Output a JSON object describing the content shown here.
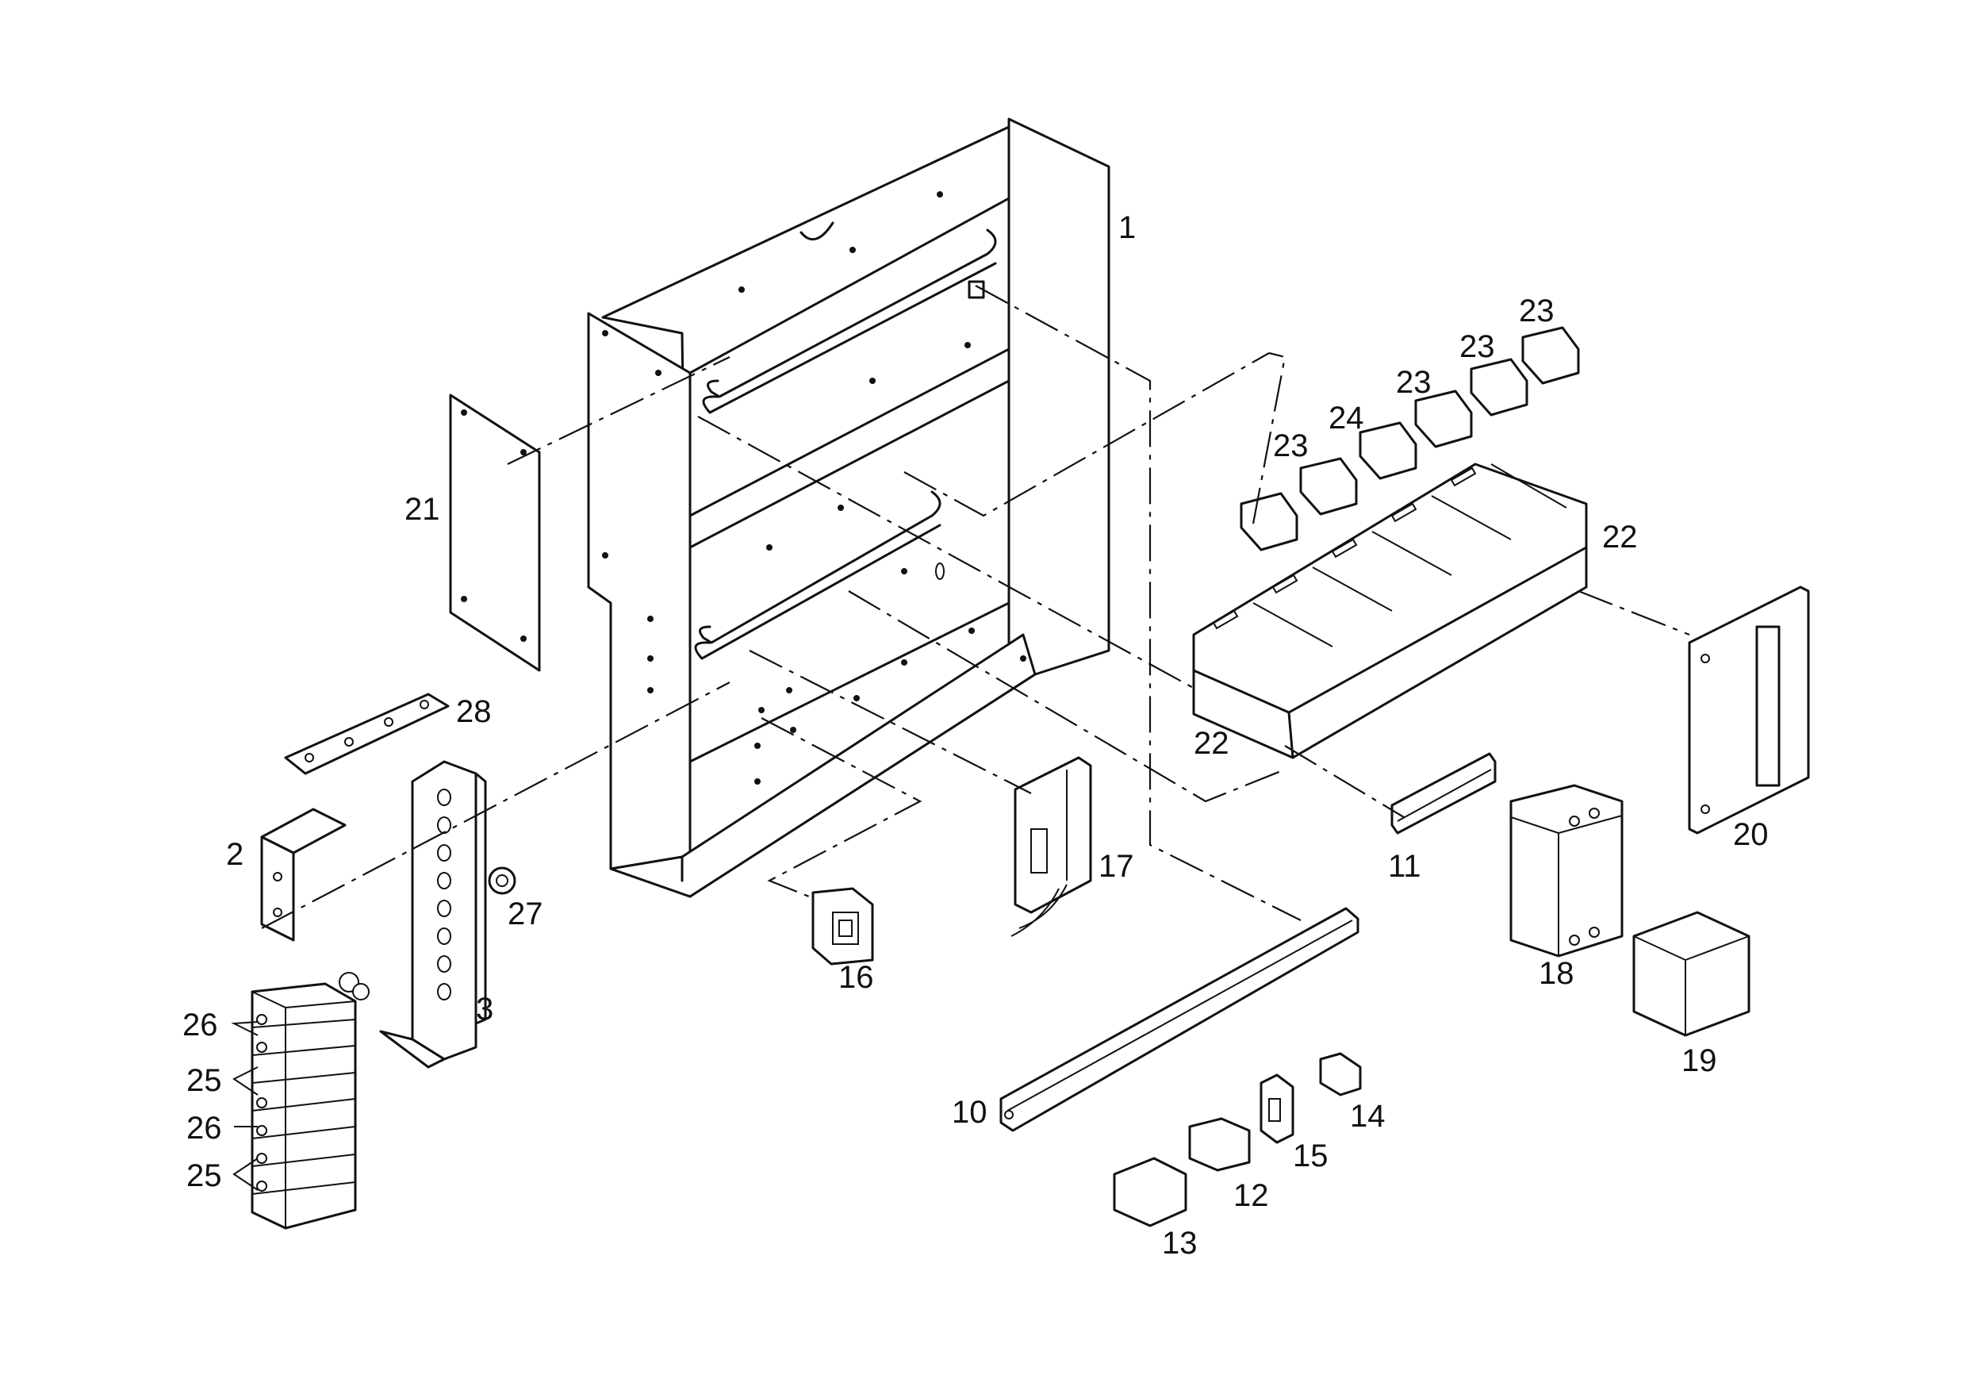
{
  "callouts": {
    "c1": "1",
    "c2": "2",
    "c3": "3",
    "c10": "10",
    "c11": "11",
    "c12": "12",
    "c13": "13",
    "c14": "14",
    "c15": "15",
    "c16": "16",
    "c17": "17",
    "c18": "18",
    "c19": "19",
    "c20": "20",
    "c21": "21",
    "c22a": "22",
    "c22b": "22",
    "c23a": "23",
    "c23b": "23",
    "c23c": "23",
    "c23d": "23",
    "c24": "24",
    "c25a": "25",
    "c25b": "25",
    "c26a": "26",
    "c26b": "26",
    "c27": "27",
    "c28": "28"
  }
}
